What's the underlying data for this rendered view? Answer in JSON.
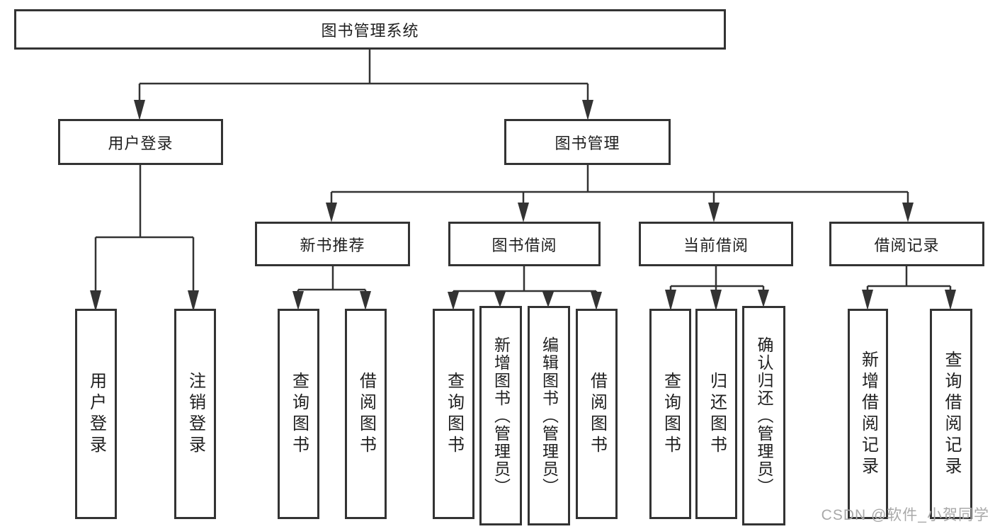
{
  "tree": {
    "label": "图书管理系统",
    "children": [
      {
        "label": "用户登录",
        "children": [
          {
            "label": "用户登录"
          },
          {
            "label": "注销登录"
          }
        ]
      },
      {
        "label": "图书管理",
        "children": [
          {
            "label": "新书推荐",
            "children": [
              {
                "label": "查询图书"
              },
              {
                "label": "借阅图书"
              }
            ]
          },
          {
            "label": "图书借阅",
            "children": [
              {
                "label": "查询图书"
              },
              {
                "label": "新增图书（管理员）"
              },
              {
                "label": "编辑图书（管理员）"
              },
              {
                "label": "借阅图书"
              }
            ]
          },
          {
            "label": "当前借阅",
            "children": [
              {
                "label": "查询图书"
              },
              {
                "label": "归还图书"
              },
              {
                "label": "确认归还（管理员）"
              }
            ]
          },
          {
            "label": "借阅记录",
            "children": [
              {
                "label": "新增借阅记录"
              },
              {
                "label": "查询借阅记录"
              }
            ]
          }
        ]
      }
    ]
  },
  "watermark": {
    "text": "CSDN @软件_小贺同学"
  },
  "colors": {
    "line": "#333333",
    "text": "#1f1f1f",
    "box_background": "#ffffff",
    "page_background": "#ffffff",
    "watermark": "#a9a9a9"
  }
}
